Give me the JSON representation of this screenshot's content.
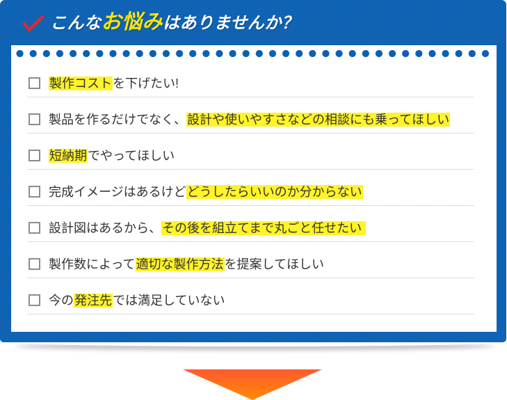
{
  "header": {
    "icon": "checkmark-icon",
    "title_pre": "こんな",
    "title_highlight": "お悩み",
    "title_post": "はありませんか？"
  },
  "checklist": {
    "items": [
      {
        "pre": "",
        "highlight": "製作コスト",
        "post": "を下げたい!",
        "checked": false
      },
      {
        "pre": "製品を作るだけでなく、",
        "highlight": "設計や使いやすさなどの相談にも乗ってほしい",
        "post": "",
        "checked": false
      },
      {
        "pre": "",
        "highlight": "短納期",
        "post": "でやってほしい",
        "checked": false
      },
      {
        "pre": "完成イメージはあるけど",
        "highlight": "どうしたらいいのか分からない",
        "post": "",
        "checked": false
      },
      {
        "pre": "設計図はあるから、",
        "highlight": "その後を組立てまで丸ごと任せたい ",
        "post": "",
        "checked": false
      },
      {
        "pre": "製作数によって",
        "highlight": "適切な製作方法",
        "post": "を提案してほしい",
        "checked": false
      },
      {
        "pre": "今の",
        "highlight": "発注先",
        "post": "では満足していない",
        "checked": false
      }
    ]
  },
  "footer": {
    "icon": "down-arrow-icon"
  },
  "colors": {
    "frame": "#0b60b1",
    "dots": "#0b60b1",
    "text_highlight": "#fff32a",
    "title_highlight": "#ffe600",
    "checkmark": "#e8262b",
    "checkbox_border": "#8c8c8c",
    "arrow_top": "#ff5a2e",
    "arrow_bottom": "#ff8a05"
  }
}
